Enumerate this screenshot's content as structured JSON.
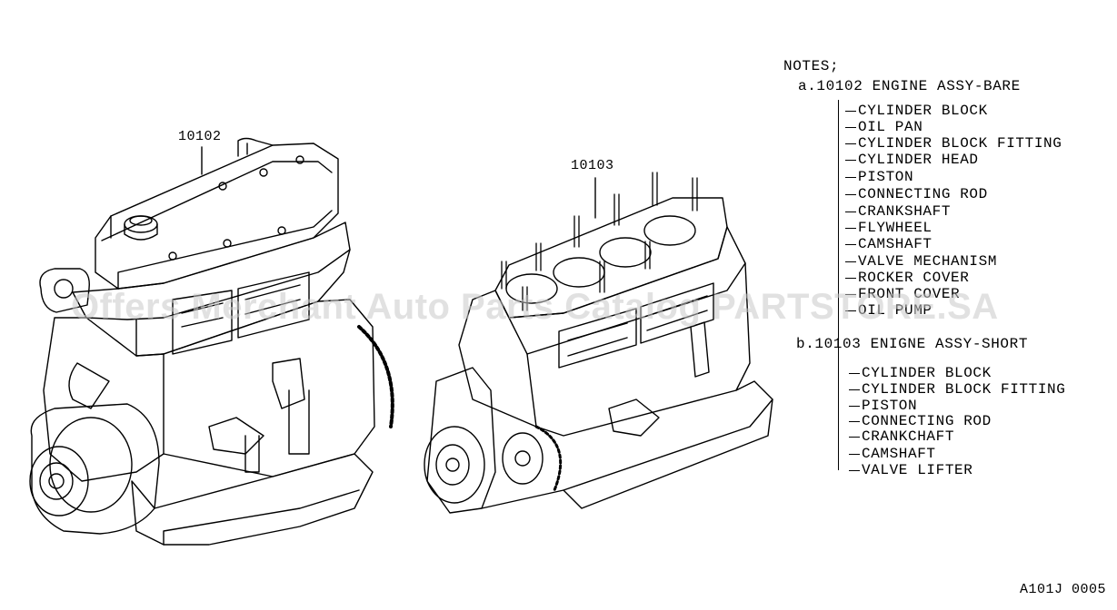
{
  "callouts": {
    "left": "10102",
    "right": "10103"
  },
  "notes": {
    "title": "NOTES;",
    "groups": [
      {
        "heading": "a.10102 ENGINE ASSY-BARE",
        "items": [
          "CYLINDER BLOCK",
          "OIL PAN",
          "CYLINDER BLOCK FITTING",
          "CYLINDER HEAD",
          "PISTON",
          "CONNECTING ROD",
          "CRANKSHAFT",
          "FLYWHEEL",
          "CAMSHAFT",
          "VALVE MECHANISM",
          "ROCKER COVER",
          "FRONT COVER",
          "OIL PUMP"
        ]
      },
      {
        "heading": "b.10103 ENIGNE ASSY-SHORT",
        "items": [
          "CYLINDER BLOCK",
          "CYLINDER BLOCK FITTING",
          "PISTON",
          "CONNECTING ROD",
          "CRANKCHAFT",
          "CAMSHAFT",
          "VALVE LIFTER"
        ]
      }
    ]
  },
  "watermark": "Offers Merchant Auto Parts Catalog PARTSTORE.SA",
  "figure_code": "A101J 0005"
}
